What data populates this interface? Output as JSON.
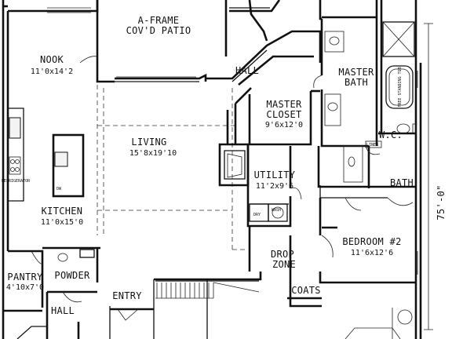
{
  "rooms": {
    "patio": {
      "name_line1": "A-FRAME",
      "name_line2": "COV'D PATIO"
    },
    "nook": {
      "name": "NOOK",
      "dims": "11'0x14'2"
    },
    "hall_top": {
      "name": "HALL"
    },
    "master_bath": {
      "name_line1": "MASTER",
      "name_line2": "BATH"
    },
    "master_closet": {
      "name_line1": "MASTER",
      "name_line2": "CLOSET",
      "dims": "9'6x12'0"
    },
    "living": {
      "name": "LIVING",
      "dims": "15'8x19'10"
    },
    "wc": {
      "name": "W.C."
    },
    "utility": {
      "name": "UTILITY",
      "dims": "11'2x9'6"
    },
    "bath": {
      "name": "BATH"
    },
    "kitchen": {
      "name": "KITCHEN",
      "dims": "11'0x15'0"
    },
    "bedroom2": {
      "name": "BEDROOM #2",
      "dims": "11'6x12'6"
    },
    "drop_zone": {
      "name_line1": "DROP",
      "name_line2": "ZONE"
    },
    "pantry": {
      "name": "PANTRY",
      "dims": "4'10x7'0"
    },
    "powder": {
      "name": "POWDER"
    },
    "coats": {
      "name": "COATS"
    },
    "entry": {
      "name": "ENTRY"
    },
    "hall_bottom": {
      "name": "HALL"
    }
  },
  "fixtures": {
    "dw": "DW",
    "dry": "DRY",
    "wash": "WASH",
    "linen": "LINEN",
    "tub": "FREE STANDING TUB",
    "refrigerator": "REFRIGERATOR"
  },
  "dimension": {
    "depth": "75'-0\""
  }
}
